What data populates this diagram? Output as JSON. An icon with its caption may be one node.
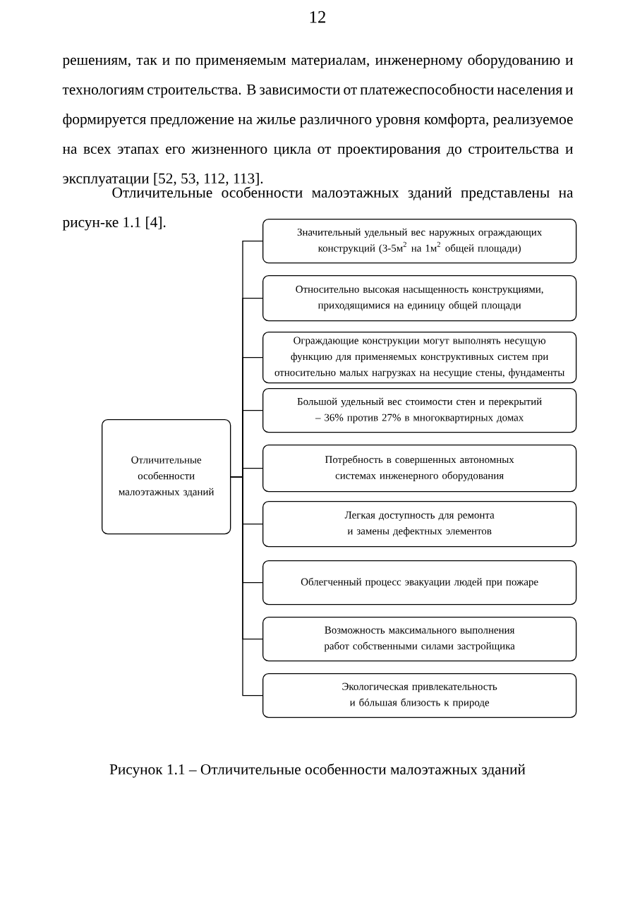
{
  "diagram": {
    "caption": "Рисунок 1.1 – Отличительные особенности малоэтажных зданий",
    "nodes": [
      {
        "text": [
          "Отличительные особенности малоэтажных зданий"
        ]
      },
      {
        "text": [
          "Значительный удельный вес наружных ограждающих конструкций (3-5м$^{2}$ на 1м$^{2}$ общей площади)"
        ]
      },
      {
        "text": [
          "Относительно высокая насыщенность конструкциями, приходящимися на единицу общей площади"
        ]
      },
      {
        "text": [
          "Ограждающие конструкции могут выполнять несущую функцию для применяемых конструктивных систем при относительно малых нагрузках на несущие стены, фундаменты"
        ]
      },
      {
        "text": [
          "Большой удельный вес стоимости стен и перекрытий – 36% против 27% в многоквартирных домах"
        ]
      },
      {
        "text": [
          "Потребность в совершенных автономных системах инженерного оборудования"
        ]
      },
      {
        "text": [
          "Легкая доступность для ремонта и замены дефектных элементов"
        ]
      },
      {
        "text": [
          "Облегченный процесс эвакуации людей при пожаре"
        ]
      },
      {
        "text": [
          "Возможность максимального выполнения работ собственными силами застройщика"
        ]
      },
      {
        "text": [
          "Экологическая привлекательность и бóльшая близость к природе"
        ]
      }
    ],
    "edges": [
      {
        "from": 0,
        "to": 1,
        "arrow": "none"
      },
      {
        "from": 0,
        "to": 2,
        "arrow": "none"
      },
      {
        "from": 0,
        "to": 3,
        "arrow": "none"
      },
      {
        "from": 0,
        "to": 4,
        "arrow": "none"
      },
      {
        "from": 0,
        "to": 5,
        "arrow": "none"
      },
      {
        "from": 0,
        "to": 6,
        "arrow": "none"
      },
      {
        "from": 0,
        "to": 7,
        "arrow": "none"
      },
      {
        "from": 0,
        "to": 8,
        "arrow": "none"
      },
      {
        "from": 0,
        "to": 9,
        "arrow": "none"
      }
    ],
    "labels": [
      "12",
      "решениям, так и по применяемым материалам, инженерному оборудованию и технологиям строительства. В зависимости от платежеспособности населения и формируется предложение на жилье различного уровня комфорта, реализуемое на всех этапах его жизненного цикла от проектирования до строительства и эксплуатации [52, 53, 112, 113].",
      "Отличительные особенности малоэтажных зданий представлены на рисун-ке 1.1 [4]."
    ]
  }
}
